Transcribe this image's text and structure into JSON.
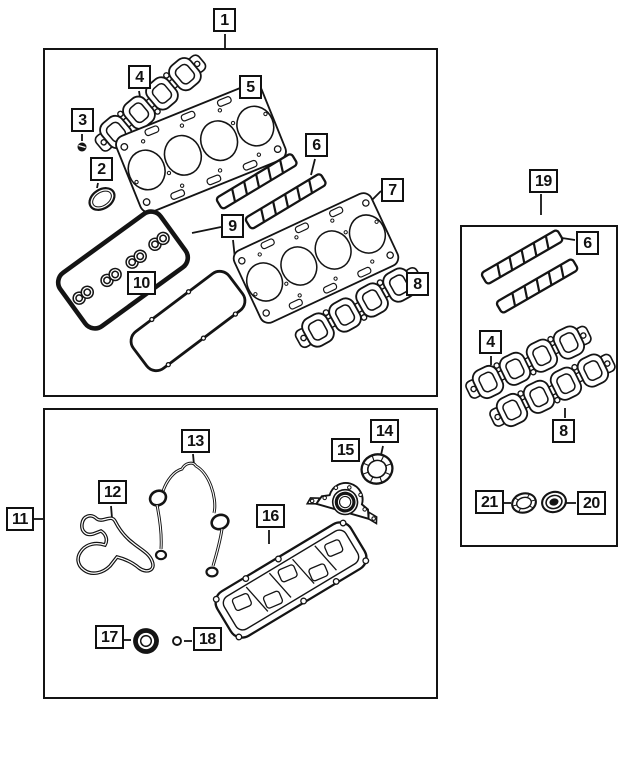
{
  "figure": {
    "type": "exploded-parts-diagram",
    "colors": {
      "line": "#141414",
      "background": "#ffffff"
    },
    "groups": [
      {
        "name": "upper-gasket-kit",
        "callout": "1"
      },
      {
        "name": "lower-gasket-kit",
        "callout": "11"
      },
      {
        "name": "manifold-gasket-kit",
        "callout": "19"
      }
    ],
    "callouts": [
      {
        "label": "1"
      },
      {
        "label": "4"
      },
      {
        "label": "5"
      },
      {
        "label": "3"
      },
      {
        "label": "2"
      },
      {
        "label": "6"
      },
      {
        "label": "7"
      },
      {
        "label": "8"
      },
      {
        "label": "9"
      },
      {
        "label": "10"
      },
      {
        "label": "11"
      },
      {
        "label": "12"
      },
      {
        "label": "13"
      },
      {
        "label": "14"
      },
      {
        "label": "15"
      },
      {
        "label": "16"
      },
      {
        "label": "17"
      },
      {
        "label": "18"
      },
      {
        "label": "19"
      },
      {
        "label": "6"
      },
      {
        "label": "4"
      },
      {
        "label": "8"
      },
      {
        "label": "21"
      },
      {
        "label": "20"
      }
    ]
  }
}
